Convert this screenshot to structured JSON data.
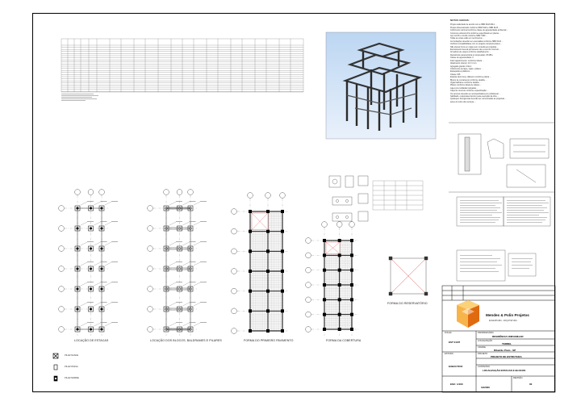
{
  "notes": {
    "title": "NOTAS GERAIS:",
    "lines": [
      "Projeto elaborado de acordo com a NBR 6118:2014 ...",
      "Projeto dimensionado conforme NBR 6120 e NBR 6123 ...",
      "Cobrimento nominal conforme classe de agressividade ambiental ...",
      "Concreto estrutural fck conforme especificado em planta ...",
      "Aço CA-50 e CA-60 conforme NBR 7480 ...",
      "Todas as cotas estão em centímetros ...",
      "As fundações deverão ser executadas conforme NBR 6122 ...",
      "Verificar compatibilidade com os projetos complementares ...",
      "Não efetuar furos em vigas sem consulta ao projetista ...",
      "Escoramento deverá permanecer até a cura do concreto ...",
      "Armadura de espera conforme detalhamento ...",
      "Resistência característica à compressão: 25 MPa",
      "Classe de agressividade: II",
      "Fator água/cimento: conforme tabela ...",
      "Abatimento (slump): 10 ± 2 cm",
      "Agregado graúdo: brita 1",
      "Cobrimento de lajes, vigas e pilares ...",
      "Espaçadores plásticos ...",
      "Classe C25",
      "Estacas tipo broca, diâmetro conforme planta ...",
      "Blocos de coroamento conforme detalhe ...",
      "Vigas baldrame conforme detalhe ...",
      "Pilares conforme tabela de pilares ...",
      "Lajes pré-moldadas treliçadas ...",
      "Capa de concreto conforme especificação ...",
      "Os serviços deverão ser acompanhados por profissional ...",
      "habilitado, responsável técnico pela execução da obra ...",
      "Quaisquer divergências deverão ser comunicadas ao projetista ...",
      "antes do início dos serviços ..."
    ]
  },
  "drawings": {
    "stakes_title": "LOCAÇÃO DE ESTACAS",
    "blocks_title": "LOCAÇÃO DOS BLOCOS, BALDRAMES E PILARES",
    "floor1_title": "FORMA DO PRIMEIRO PAVIMENTO",
    "roof_title": "FORMA DA COBERTURA",
    "reservoir_title": "FORMA DO RESERVATÓRIO"
  },
  "legend": {
    "items": [
      "PILAR NASCE",
      "PILAR PASSA",
      "PILAR MORRE"
    ]
  },
  "title_block": {
    "company": "Mendes & Polin Projetos",
    "company_sub": "ENGENHARIA · ARQUITETURA",
    "label_owner": "PROPRIETÁRIO",
    "owner": "RESIDÊNCIA UNIFAMILIAR",
    "label_location": "LOCALIZAÇÃO",
    "location": "TERREL",
    "label_city": "CIDADE",
    "city": "Ribeirão Preto - SP",
    "label_project": "PROJETO",
    "project": "PROJETO DE ESTRUTURA",
    "label_content": "CONTEÚDO",
    "content": "LOCALIZAÇÃO ESTACAS E BLOCOS",
    "phase_label": "ESTUDO",
    "phase_label2": "EXECUTIVO",
    "sheet_label": "FOLHA",
    "sheet": "EST 01/07",
    "scale": "ESC: 1/100",
    "date": "12/2020",
    "revision_label": "REVISÃO",
    "revision": "00"
  }
}
